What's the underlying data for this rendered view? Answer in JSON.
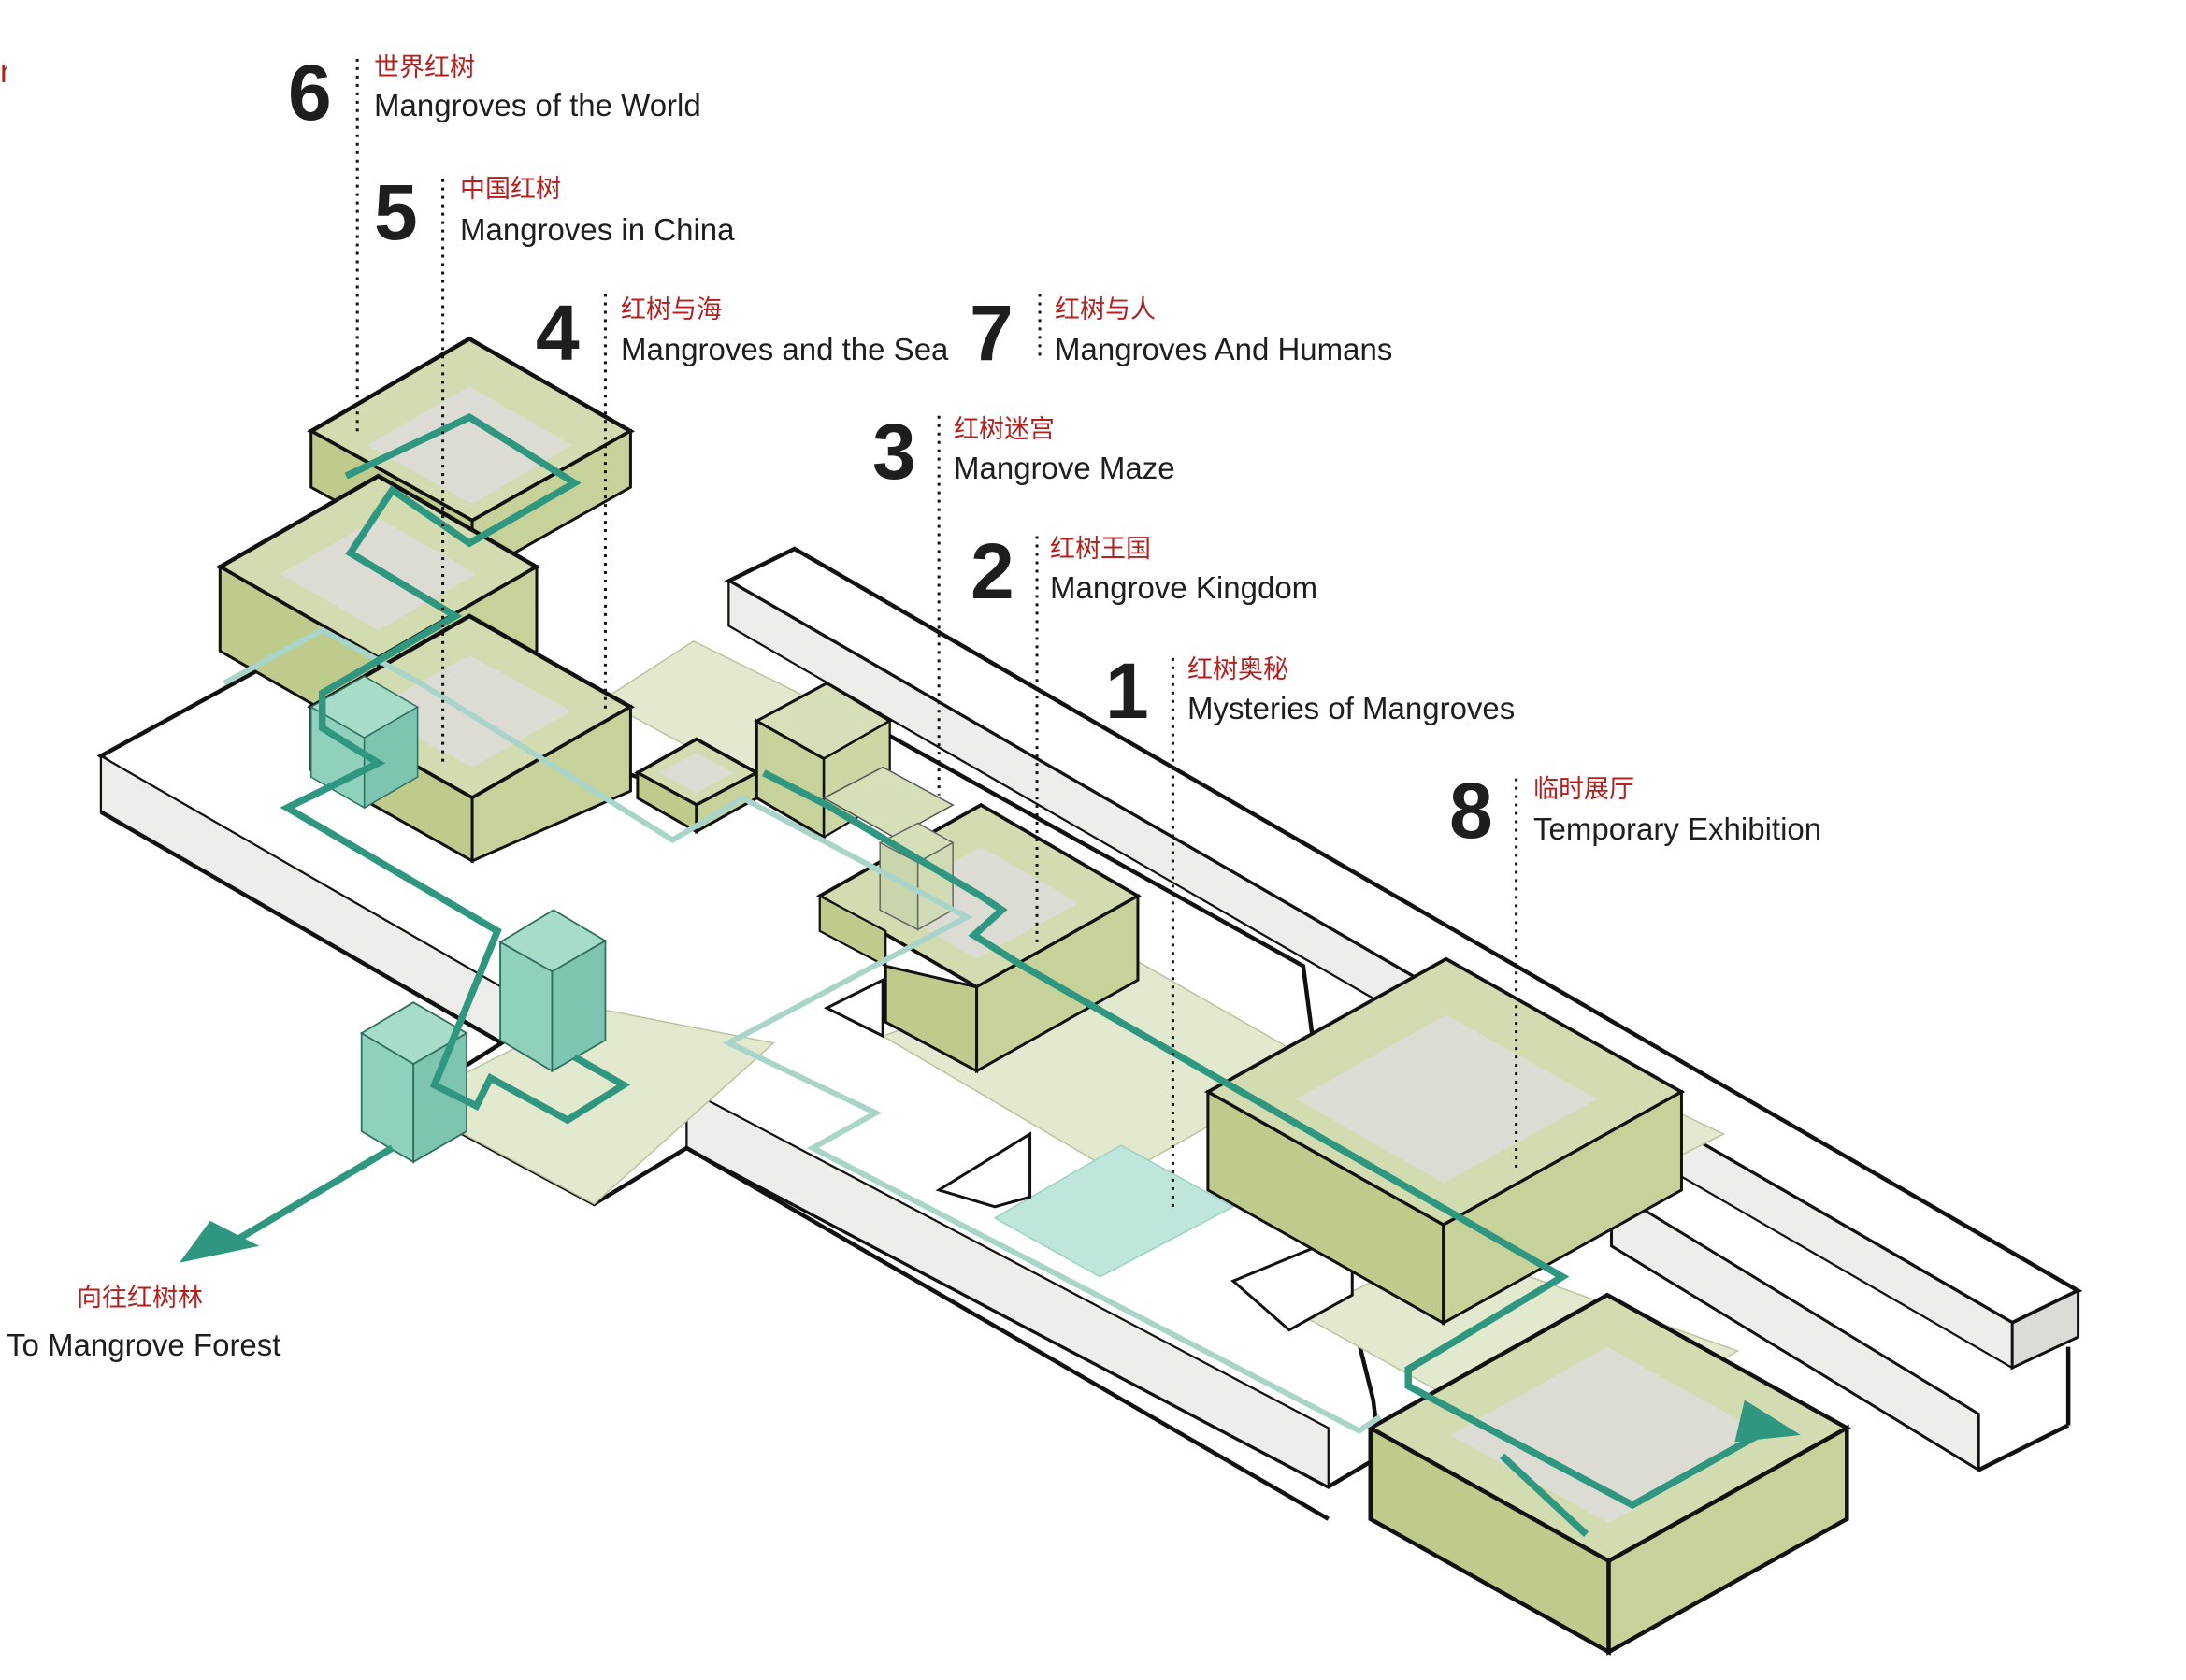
{
  "edge_text": "n",
  "colors": {
    "route": "#2f9680",
    "route_light": "#a8d4ca",
    "volume_face": "#cdd7a4",
    "volume_side": "#bdc988",
    "glass": "#8fd1bd",
    "floor": "#ffffff",
    "floor_side": "#ededea",
    "label_zh": "#b5201f",
    "label_en": "#1e1e1e"
  },
  "labels": [
    {
      "number": "6",
      "zh": "世界红树",
      "en": "Mangroves of the World"
    },
    {
      "number": "5",
      "zh": "中国红树",
      "en": "Mangroves in China"
    },
    {
      "number": "4",
      "zh": "红树与海",
      "en": "Mangroves and the Sea"
    },
    {
      "number": "7",
      "zh": "红树与人",
      "en": "Mangroves And Humans"
    },
    {
      "number": "3",
      "zh": "红树迷宫",
      "en": "Mangrove Maze"
    },
    {
      "number": "2",
      "zh": "红树王国",
      "en": "Mangrove Kingdom"
    },
    {
      "number": "1",
      "zh": "红树奥秘",
      "en": "Mysteries of Mangroves"
    },
    {
      "number": "8",
      "zh": "临时展厅",
      "en": "Temporary Exhibition"
    }
  ],
  "exit": {
    "zh": "向往红树林",
    "en": "To Mangrove Forest"
  }
}
